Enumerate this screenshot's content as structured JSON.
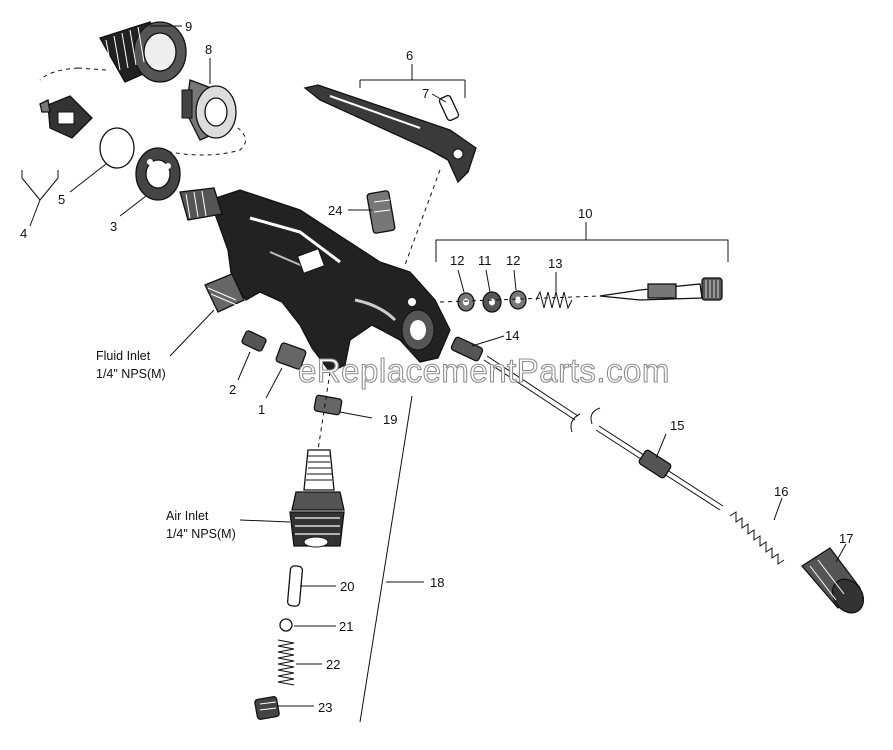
{
  "watermark": "eReplacementParts.com",
  "fluid_inlet": {
    "line1": "Fluid Inlet",
    "line2": "1/4\" NPS(M)"
  },
  "air_inlet": {
    "line1": "Air Inlet",
    "line2": "1/4\" NPS(M)"
  },
  "callouts": {
    "c1": "1",
    "c2": "2",
    "c3": "3",
    "c4": "4",
    "c5": "5",
    "c6": "6",
    "c7": "7",
    "c8": "8",
    "c9": "9",
    "c10": "10",
    "c11": "11",
    "c12a": "12",
    "c12b": "12",
    "c13": "13",
    "c14": "14",
    "c15": "15",
    "c16": "16",
    "c17": "17",
    "c18": "18",
    "c19": "19",
    "c20": "20",
    "c21": "21",
    "c22": "22",
    "c23": "23",
    "c24": "24"
  }
}
